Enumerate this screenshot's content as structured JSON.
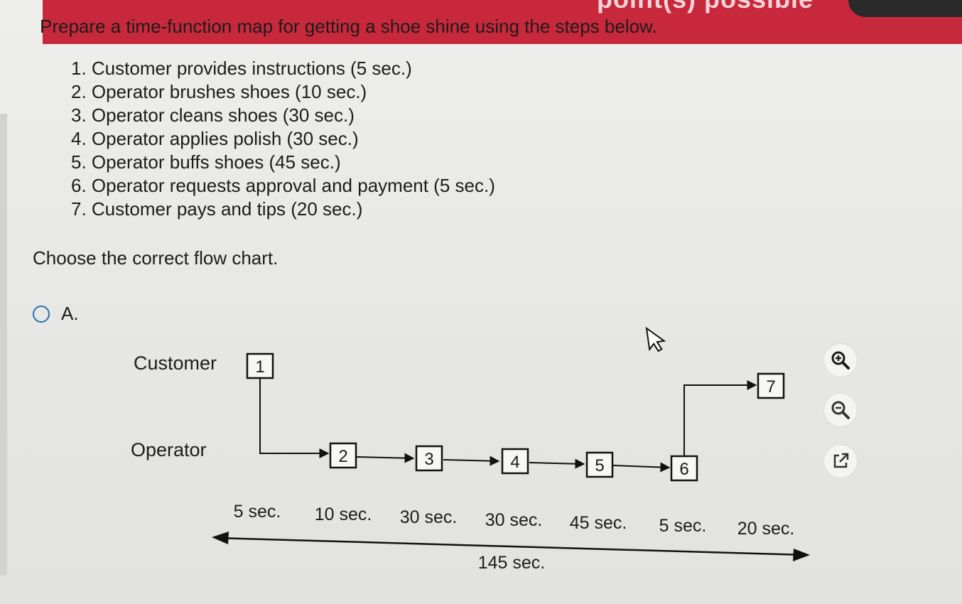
{
  "header": {
    "points_text": "point(s) possible"
  },
  "question": {
    "prompt": "Prepare a time-function map for getting a shoe shine using the steps below.",
    "steps": [
      "1. Customer provides instructions (5 sec.)",
      "2. Operator brushes shoes (10 sec.)",
      "3. Operator cleans shoes (30 sec.)",
      "4. Operator applies polish (30 sec.)",
      "5. Operator buffs shoes (45 sec.)",
      "6. Operator requests approval and payment (5 sec.)",
      "7. Customer pays and tips (20 sec.)"
    ],
    "instruction": "Choose the correct flow chart."
  },
  "option": {
    "label": "A."
  },
  "diagram": {
    "rows": {
      "customer": "Customer",
      "operator": "Operator"
    },
    "boxes": [
      "1",
      "2",
      "3",
      "4",
      "5",
      "6",
      "7"
    ],
    "durations": [
      "5 sec.",
      "10 sec.",
      "30 sec.",
      "30 sec.",
      "45 sec.",
      "5 sec.",
      "20 sec."
    ],
    "total": "145 sec."
  },
  "tools": {
    "zoom_in": "zoom-in-icon",
    "zoom_out": "zoom-out-icon",
    "open_new": "open-external-icon"
  },
  "colors": {
    "accent": "#c8283c",
    "radio": "#2a6fb0"
  }
}
